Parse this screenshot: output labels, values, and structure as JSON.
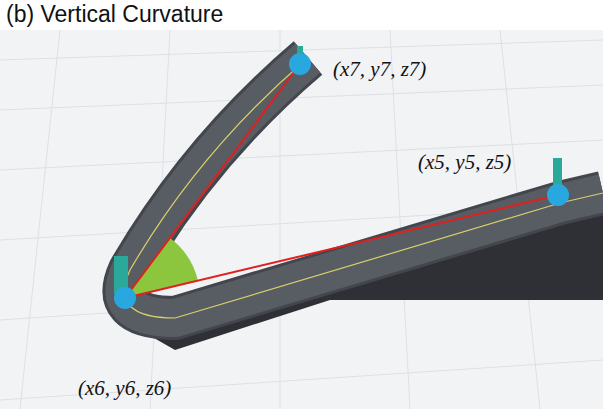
{
  "diagram": {
    "title": "(b) Vertical Curvature",
    "labels": [
      "(x7, y7, z7)",
      "(x5, y5, z5)",
      "(x6, y6, z6)"
    ]
  }
}
